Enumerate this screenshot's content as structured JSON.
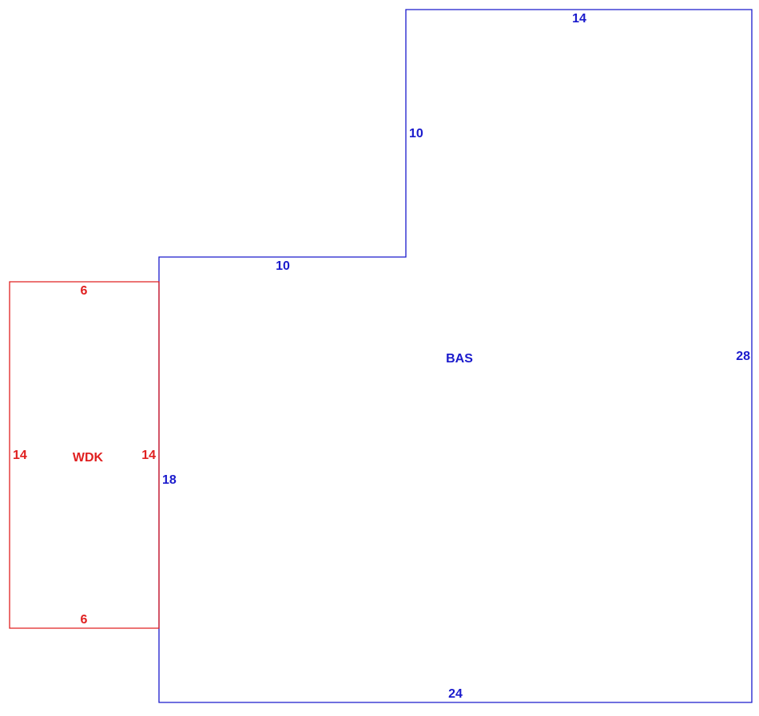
{
  "colors": {
    "bas": "#1a1acc",
    "wdk": "#e02020",
    "background": "#ffffff"
  },
  "areas": {
    "bas": {
      "code": "BAS",
      "dims": {
        "top": "14",
        "upper_left": "10",
        "step": "10",
        "right": "28",
        "left": "18",
        "bottom": "24"
      }
    },
    "wdk": {
      "code": "WDK",
      "dims": {
        "top": "6",
        "left": "14",
        "right": "14",
        "bottom": "6"
      }
    }
  }
}
